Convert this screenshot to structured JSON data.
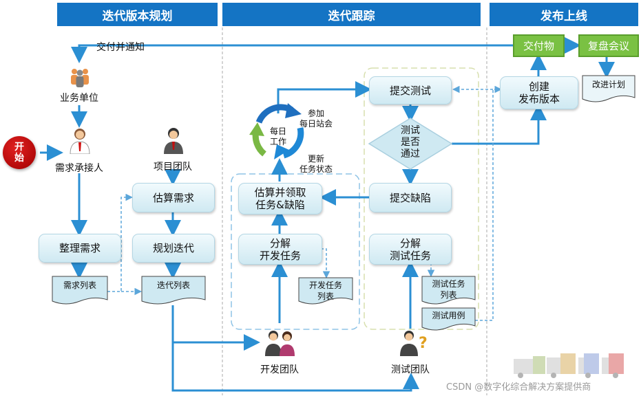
{
  "headers": {
    "plan": "迭代版本规划",
    "track": "迭代跟踪",
    "release": "发布上线"
  },
  "start": "开\n始",
  "labels": {
    "deliver_notify": "交付并通知",
    "business_unit": "业务单位",
    "requirement_receiver": "需求承接人",
    "project_team": "项目团队",
    "dev_team": "开发团队",
    "test_team": "测试团队",
    "join_standup": "参加\n每日站会",
    "daily_work": "每日\n工作",
    "update_status": "更新\n任务状态"
  },
  "boxes": {
    "sort_requirements": "整理需求",
    "estimate_requirements": "估算需求",
    "plan_iteration": "规划迭代",
    "estimate_claim": "估算并领取\n任务&缺陷",
    "decompose_dev": "分解\n开发任务",
    "submit_test": "提交测试",
    "test_pass": "测试\n是否\n通过",
    "submit_defect": "提交缺陷",
    "decompose_test": "分解\n测试任务",
    "create_release": "创建\n发布版本",
    "deliverable": "交付物",
    "review_meeting": "复盘会议"
  },
  "documents": {
    "requirement_list": "需求列表",
    "iteration_list": "迭代列表",
    "dev_task_list": "开发任务\n列表",
    "test_task_list": "测试任务\n列表",
    "test_cases": "测试用例",
    "improvement_plan": "改进计划"
  },
  "watermark": "CSDN @数字化综合解决方案提供商",
  "colors": {
    "header": "#1474c4",
    "arrow": "#2b8fd3",
    "deliverable_green": "#7ac143",
    "start_red": "#c00000"
  }
}
